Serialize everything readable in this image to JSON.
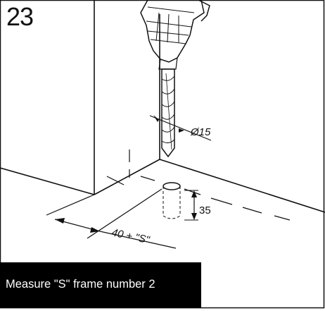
{
  "step": {
    "number": "23"
  },
  "annotations": {
    "drill_diameter": "Ø15",
    "hole_depth": "35",
    "hole_distance": "40 + \"S\""
  },
  "caption": {
    "text": "Measure \"S\" frame number 2"
  },
  "colors": {
    "ink": "#111111",
    "caption_bg": "#000000",
    "caption_text": "#ffffff",
    "background": "#ffffff"
  },
  "icons": [
    "drill-chuck-icon",
    "drill-bit-icon",
    "dowel-hole-icon"
  ]
}
